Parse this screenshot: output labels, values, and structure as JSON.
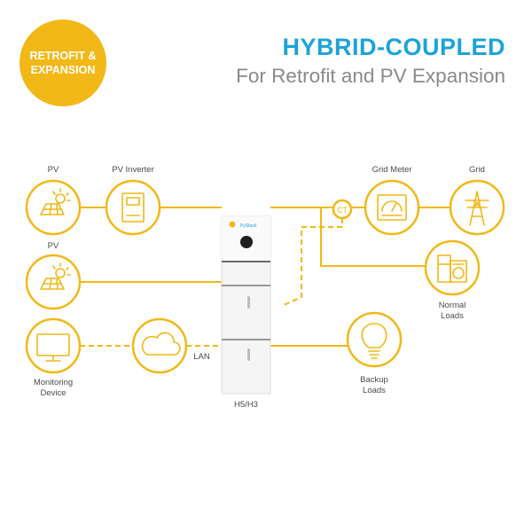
{
  "badge": {
    "line1": "RETROFIT &",
    "line2": "EXPANSION"
  },
  "header": {
    "title": "HYBRID-COUPLED",
    "subtitle": "For Retrofit and PV Expansion"
  },
  "labels": {
    "pv_top": "PV",
    "pv_inverter": "PV Inverter",
    "grid_meter": "Grid Meter",
    "grid": "Grid",
    "pv_bottom": "PV",
    "ct": "CT",
    "normal_loads_1": "Normal",
    "normal_loads_2": "Loads",
    "lan": "LAN",
    "monitoring_1": "Monitoring",
    "monitoring_2": "Device",
    "backup_1": "Backup",
    "backup_2": "Loads",
    "unit": "H5/H3",
    "brand": "PyStack"
  },
  "colors": {
    "accent": "#f2b817",
    "title": "#1ca3d9",
    "subtitle": "#8a8a8a",
    "battery_line": "#3a3a3a"
  },
  "icons": [
    "sun-solar-panel-icon",
    "inverter-icon",
    "gauge-meter-icon",
    "power-tower-icon",
    "appliances-icon",
    "monitor-icon",
    "cloud-icon",
    "light-bulb-icon"
  ]
}
